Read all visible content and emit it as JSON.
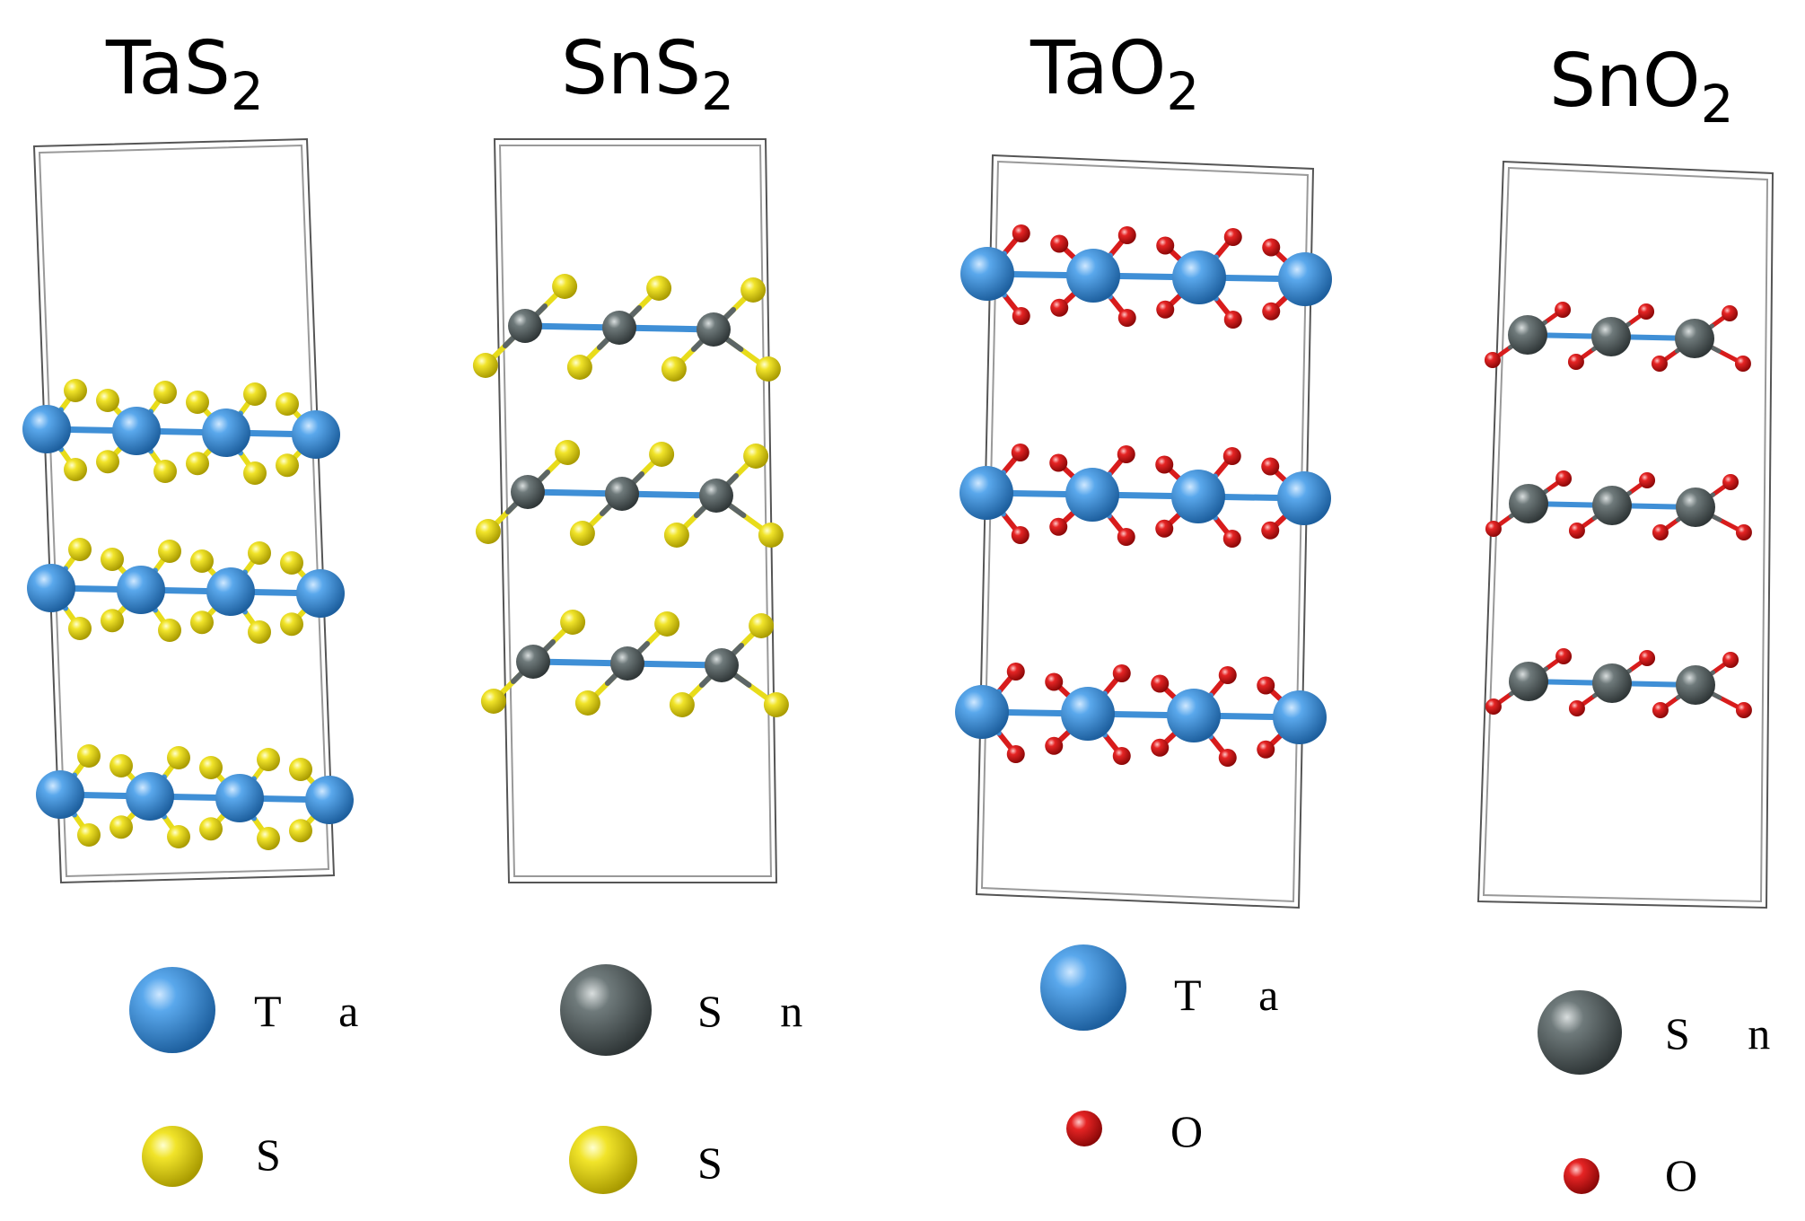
{
  "panels": [
    {
      "formula_base": "TaS",
      "formula_sub": "2",
      "metal": "Ta",
      "nonmetal": "S",
      "layers": 3,
      "atoms_per_layer": 4,
      "legend": [
        {
          "label": "T a",
          "element": "Ta"
        },
        {
          "label": "S",
          "element": "S"
        }
      ]
    },
    {
      "formula_base": "SnS",
      "formula_sub": "2",
      "metal": "Sn",
      "nonmetal": "S",
      "layers": 3,
      "atoms_per_layer": 3,
      "legend": [
        {
          "label": "S n",
          "element": "Sn"
        },
        {
          "label": "S",
          "element": "S"
        }
      ]
    },
    {
      "formula_base": "TaO",
      "formula_sub": "2",
      "metal": "Ta",
      "nonmetal": "O",
      "layers": 3,
      "atoms_per_layer": 4,
      "legend": [
        {
          "label": "T a",
          "element": "Ta"
        },
        {
          "label": "O",
          "element": "O"
        }
      ]
    },
    {
      "formula_base": "SnO",
      "formula_sub": "2",
      "metal": "Sn",
      "nonmetal": "O",
      "layers": 3,
      "atoms_per_layer": 3,
      "legend": [
        {
          "label": "S n",
          "element": "Sn"
        },
        {
          "label": "O",
          "element": "O"
        }
      ]
    }
  ],
  "element_colors": {
    "Ta": "#3f8fd6",
    "Sn": "#5c6566",
    "S": "#e8dc1a",
    "O": "#d81c1c"
  }
}
